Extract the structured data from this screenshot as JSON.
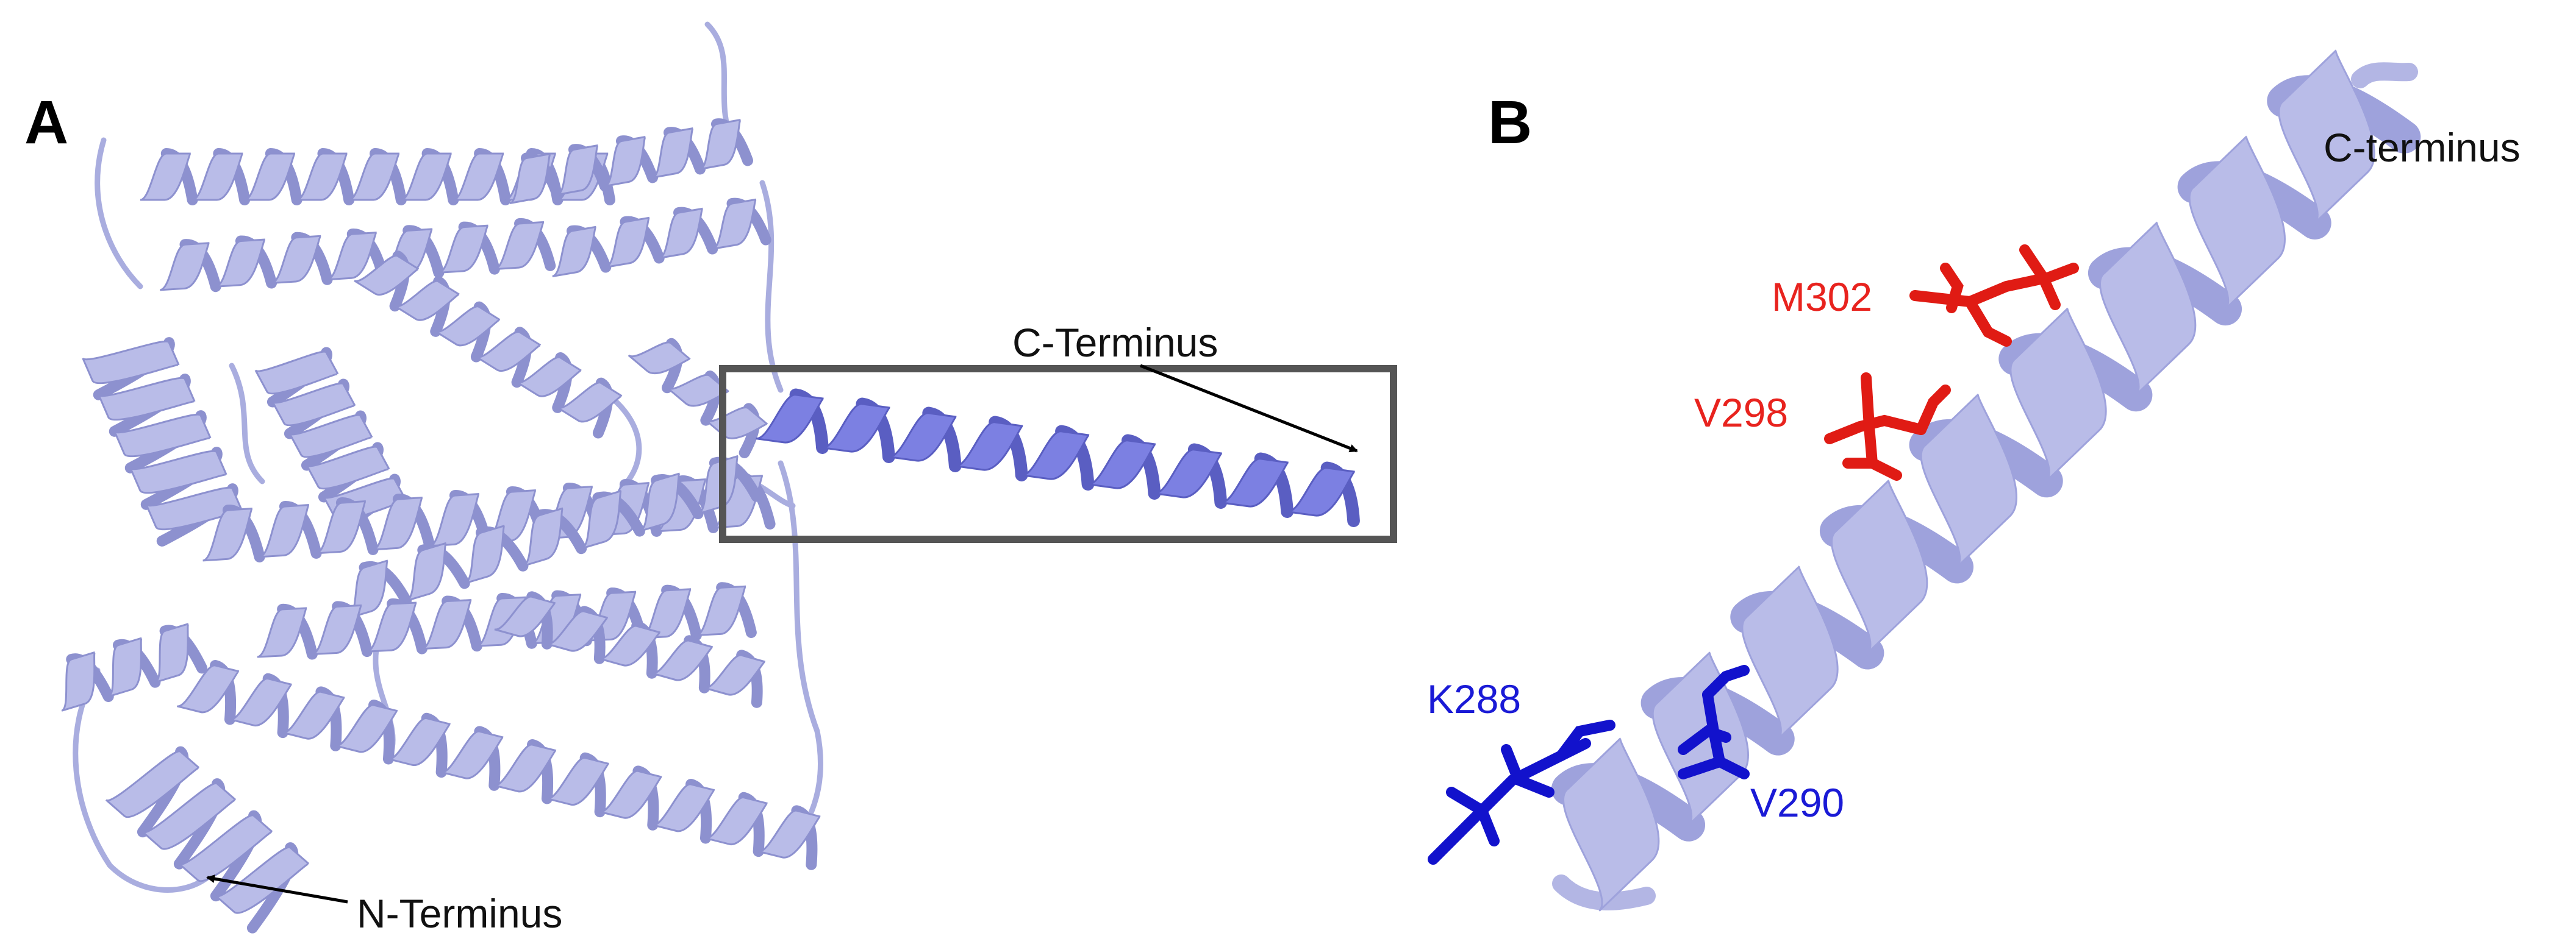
{
  "panels": [
    {
      "letter": "A"
    },
    {
      "letter": "B"
    }
  ],
  "panel_a": {
    "c_terminus_label": "C-Terminus",
    "n_terminus_label": "N-Terminus"
  },
  "panel_b": {
    "c_terminus_label": "C-terminus",
    "residues": [
      {
        "label": "M302",
        "color": "#e8231e"
      },
      {
        "label": "V298",
        "color": "#e8231e"
      },
      {
        "label": "K288",
        "color": "#1a1ad6"
      },
      {
        "label": "V290",
        "color": "#1a1ad6"
      }
    ]
  },
  "colors": {
    "protein": "#b9bce8",
    "protein_dark": "#8d91cf",
    "highlight_helix": "#7c80e2",
    "box": "#555555"
  }
}
